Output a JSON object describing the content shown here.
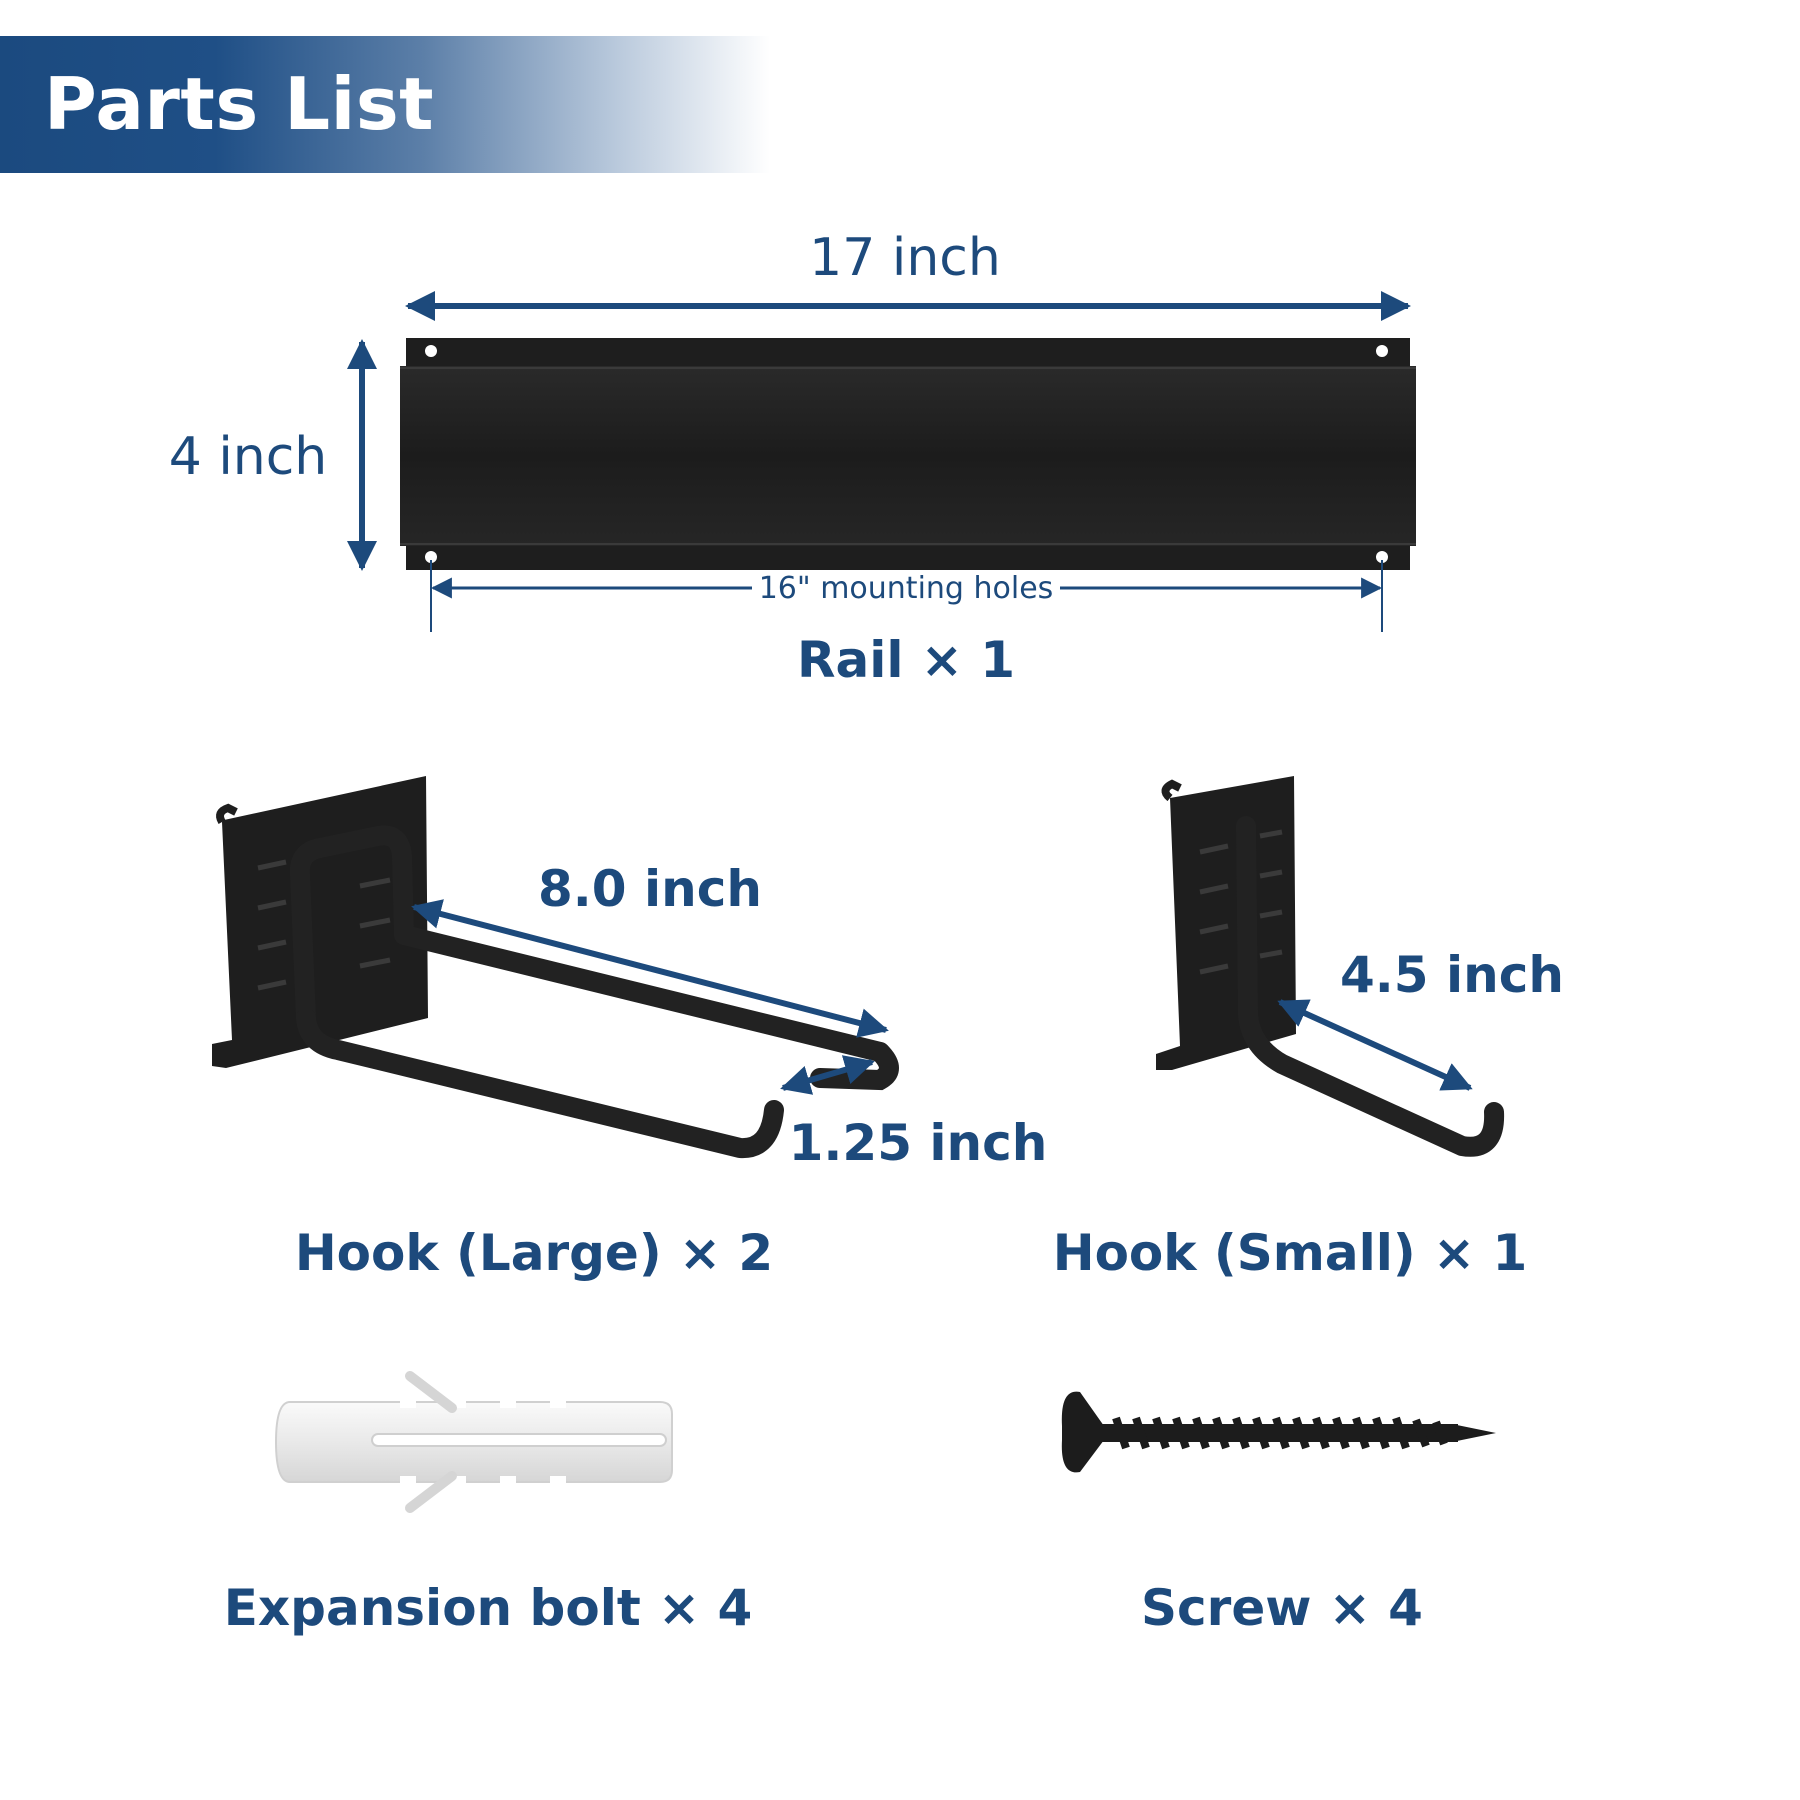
{
  "header": {
    "title": "Parts List"
  },
  "rail": {
    "width_label": "17 inch",
    "height_label": "4 inch",
    "holes_label": "16\" mounting holes",
    "caption": "Rail × 1"
  },
  "hook_large": {
    "length_label": "8.0 inch",
    "width_label": "1.25 inch",
    "caption": "Hook (Large) × 2"
  },
  "hook_small": {
    "length_label": "4.5 inch",
    "caption": "Hook (Small) × 1"
  },
  "expansion_bolt": {
    "caption": "Expansion bolt × 4"
  },
  "screw": {
    "caption": "Screw × 4"
  },
  "colors": {
    "accent": "#1d4a7c",
    "banner": "#1b4a7f",
    "metal": "#1e1e1e",
    "plastic": "#eeeeee"
  }
}
